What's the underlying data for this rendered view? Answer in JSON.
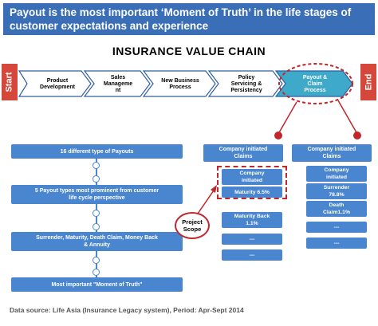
{
  "title": {
    "line1": "Payout is the most important ‘Moment of Truth’ in the life stages of",
    "line2": "customer expectations and experience"
  },
  "chain_title": "INSURANCE  VALUE CHAIN",
  "start_label": "Start",
  "end_label": "End",
  "chain_steps": [
    {
      "line1": "Product",
      "line2": "Development",
      "line3": ""
    },
    {
      "line1": "Sales",
      "line2": "Manageme",
      "line3": "nt"
    },
    {
      "line1": "New Business",
      "line2": "Process",
      "line3": ""
    },
    {
      "line1": "Policy",
      "line2": "Servicing &",
      "line3": "Persistency"
    },
    {
      "line1": "Payout &",
      "line2": "Claim",
      "line3": "Process"
    }
  ],
  "left_flow": [
    "16 different type of Payouts",
    "5 Payout types most prominent from customer",
    "life cycle perspective",
    "Surrender, Maturity, Death Claim, Money Back",
    "& Annuity",
    "Most important \"Moment of Truth\""
  ],
  "column1": {
    "header_line1": "Company initiated",
    "header_line2": "Claims",
    "cells": [
      {
        "line1": "Company",
        "line2": "initiated",
        "line3": ""
      },
      {
        "line1": "Maturity  6.5%",
        "line2": "",
        "line3": ""
      },
      {
        "line1": "Maturity Back",
        "line2": "1.1%",
        "line3": ""
      },
      {
        "line1": "---",
        "line2": "",
        "line3": ""
      },
      {
        "line1": "---",
        "line2": "",
        "line3": ""
      }
    ]
  },
  "column2": {
    "header_line1": "Company initiated",
    "header_line2": "Claims",
    "cells": [
      {
        "line1": "Company",
        "line2": "initiated",
        "line3": ""
      },
      {
        "line1": "Surrender",
        "line2": "78.8%",
        "line3": ""
      },
      {
        "line1": "Death",
        "line2": "Claim1.1%",
        "line3": ""
      },
      {
        "line1": "---",
        "line2": "",
        "line3": ""
      },
      {
        "line1": "---",
        "line2": "",
        "line3": ""
      }
    ]
  },
  "project_scope": {
    "line1": "Project",
    "line2": "Scope"
  },
  "footer": "Data source: Life Asia (Insurance Legacy system), Period: Apr-Sept 2014",
  "colors": {
    "title_bg": "#3a6fb7",
    "box_blue": "#4a86d0",
    "highlight_red": "#c0262b",
    "tab_red": "#d6473b"
  }
}
